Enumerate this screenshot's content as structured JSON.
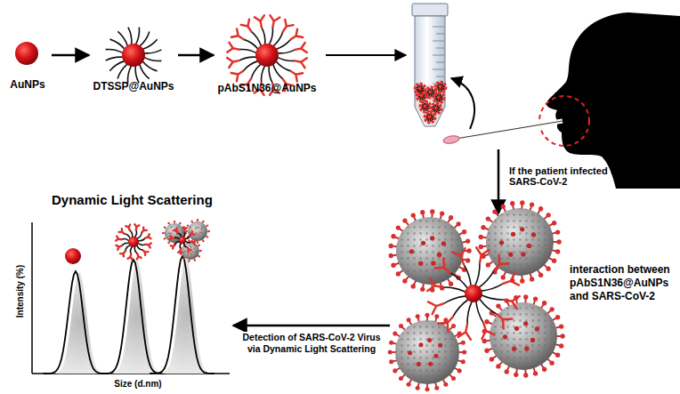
{
  "diagram": {
    "nodes": [
      {
        "text": [
          "AuNPs"
        ]
      },
      {
        "text": [
          "DTSSP@AuNPs"
        ]
      },
      {
        "text": [
          "pAbS1N36@AuNPs"
        ]
      },
      {
        "text": [
          "interaction between pAbS1N36@AuNPs and SARS-CoV-2"
        ]
      },
      {
        "text": [
          "Dynamic Light Scattering"
        ]
      }
    ],
    "edges": [
      {
        "from": 0,
        "to": 1,
        "arrow": "to"
      },
      {
        "from": 1,
        "to": 2,
        "arrow": "to"
      },
      {
        "from": 3,
        "to": 4,
        "label": "Detection of SARS-CoV-2 Virus via Dynamic Light Scattering",
        "arrow": "to"
      }
    ],
    "labels": [
      "If the patient infected with SARS-CoV-2",
      "Intensity (%)",
      "Size (d.nm)"
    ]
  }
}
